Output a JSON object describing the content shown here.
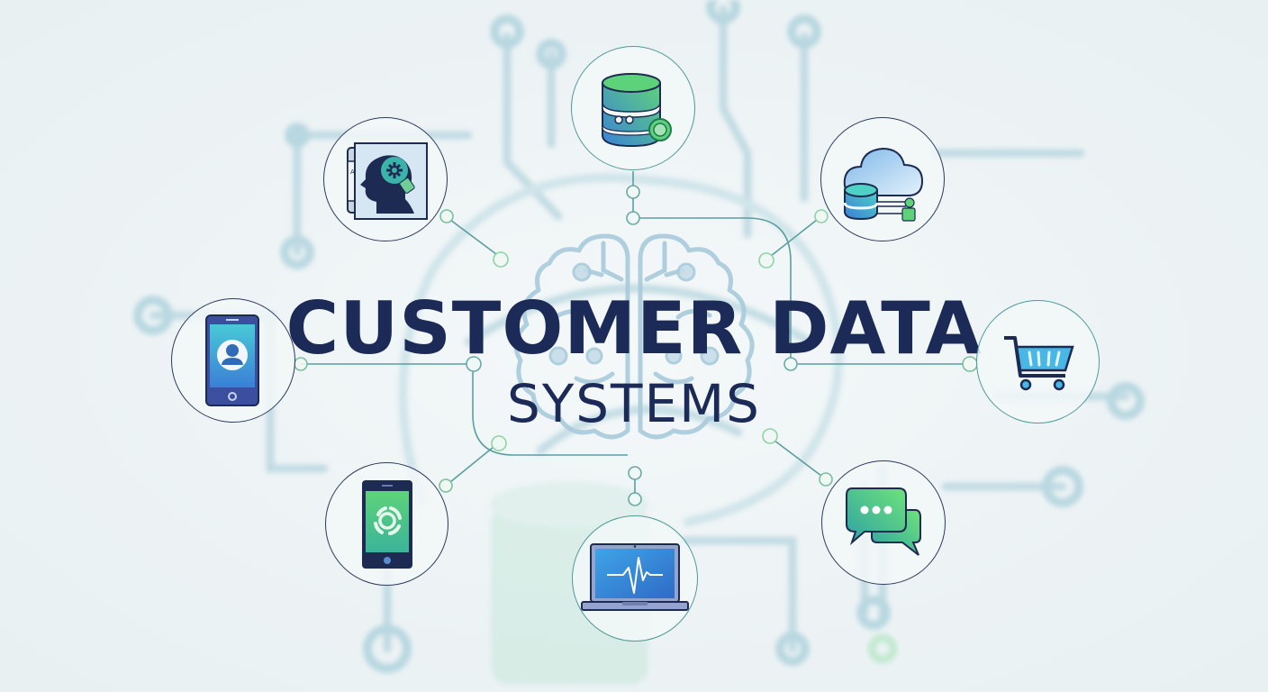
{
  "title": {
    "main": "CUSTOMER DATA",
    "sub": "SYSTEMS"
  },
  "colors": {
    "title": "#1b2a57",
    "line": "#5b9ea0",
    "node_ring_dark": "#2c3a5c",
    "node_ring_teal": "#4f9a98",
    "connector_green": "#8fd3a6",
    "blue": "#3b82d6",
    "green": "#5ed27a",
    "background": "#edf3f5"
  },
  "nodes": [
    {
      "id": "ai-profile",
      "icon": "head-gear-icon",
      "label": "AI customer profile"
    },
    {
      "id": "database",
      "icon": "database-users-icon",
      "label": "Customer database"
    },
    {
      "id": "cloud-storage",
      "icon": "cloud-database-icon",
      "label": "Cloud data storage"
    },
    {
      "id": "mobile-user",
      "icon": "smartphone-user-icon",
      "label": "Mobile user profile"
    },
    {
      "id": "shopping",
      "icon": "shopping-cart-icon",
      "label": "E-commerce / shopping"
    },
    {
      "id": "mobile-app",
      "icon": "smartphone-app-icon",
      "label": "Mobile app"
    },
    {
      "id": "analytics",
      "icon": "laptop-pulse-icon",
      "label": "Monitoring / analytics"
    },
    {
      "id": "messaging",
      "icon": "chat-bubbles-icon",
      "label": "Customer messaging"
    }
  ],
  "center": {
    "icon": "brain-circuit-icon"
  }
}
